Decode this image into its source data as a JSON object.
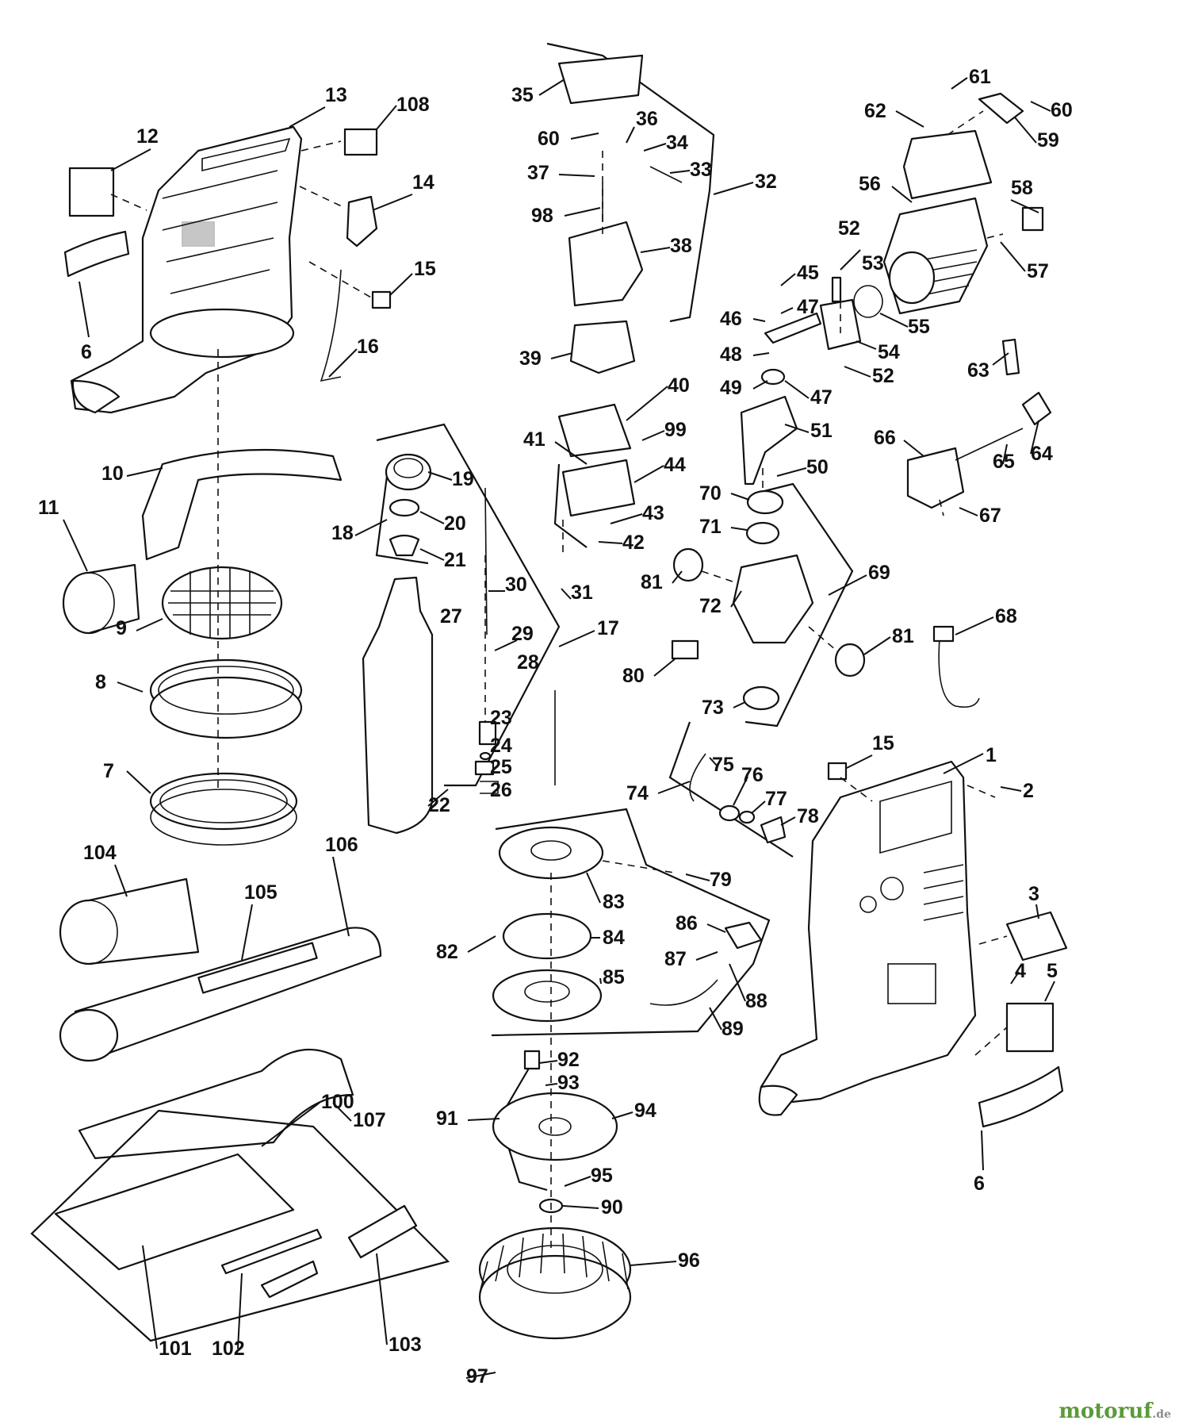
{
  "diagram": {
    "callouts": [
      {
        "n": "1"
      },
      {
        "n": "2"
      },
      {
        "n": "3"
      },
      {
        "n": "4"
      },
      {
        "n": "5"
      },
      {
        "n": "6"
      },
      {
        "n": "6"
      },
      {
        "n": "7"
      },
      {
        "n": "8"
      },
      {
        "n": "9"
      },
      {
        "n": "10"
      },
      {
        "n": "11"
      },
      {
        "n": "12"
      },
      {
        "n": "13"
      },
      {
        "n": "14"
      },
      {
        "n": "15"
      },
      {
        "n": "15"
      },
      {
        "n": "16"
      },
      {
        "n": "17"
      },
      {
        "n": "18"
      },
      {
        "n": "19"
      },
      {
        "n": "20"
      },
      {
        "n": "21"
      },
      {
        "n": "22"
      },
      {
        "n": "23"
      },
      {
        "n": "24"
      },
      {
        "n": "25"
      },
      {
        "n": "26"
      },
      {
        "n": "27"
      },
      {
        "n": "28"
      },
      {
        "n": "29"
      },
      {
        "n": "30"
      },
      {
        "n": "31"
      },
      {
        "n": "32"
      },
      {
        "n": "33"
      },
      {
        "n": "34"
      },
      {
        "n": "35"
      },
      {
        "n": "36"
      },
      {
        "n": "37"
      },
      {
        "n": "38"
      },
      {
        "n": "39"
      },
      {
        "n": "40"
      },
      {
        "n": "41"
      },
      {
        "n": "42"
      },
      {
        "n": "43"
      },
      {
        "n": "44"
      },
      {
        "n": "45"
      },
      {
        "n": "46"
      },
      {
        "n": "47"
      },
      {
        "n": "47"
      },
      {
        "n": "48"
      },
      {
        "n": "49"
      },
      {
        "n": "50"
      },
      {
        "n": "51"
      },
      {
        "n": "52"
      },
      {
        "n": "52"
      },
      {
        "n": "53"
      },
      {
        "n": "54"
      },
      {
        "n": "55"
      },
      {
        "n": "56"
      },
      {
        "n": "57"
      },
      {
        "n": "58"
      },
      {
        "n": "59"
      },
      {
        "n": "60"
      },
      {
        "n": "60"
      },
      {
        "n": "61"
      },
      {
        "n": "62"
      },
      {
        "n": "63"
      },
      {
        "n": "64"
      },
      {
        "n": "65"
      },
      {
        "n": "66"
      },
      {
        "n": "67"
      },
      {
        "n": "68"
      },
      {
        "n": "69"
      },
      {
        "n": "70"
      },
      {
        "n": "71"
      },
      {
        "n": "72"
      },
      {
        "n": "73"
      },
      {
        "n": "74"
      },
      {
        "n": "75"
      },
      {
        "n": "76"
      },
      {
        "n": "77"
      },
      {
        "n": "78"
      },
      {
        "n": "79"
      },
      {
        "n": "80"
      },
      {
        "n": "81"
      },
      {
        "n": "81"
      },
      {
        "n": "82"
      },
      {
        "n": "83"
      },
      {
        "n": "84"
      },
      {
        "n": "85"
      },
      {
        "n": "86"
      },
      {
        "n": "87"
      },
      {
        "n": "88"
      },
      {
        "n": "89"
      },
      {
        "n": "90"
      },
      {
        "n": "91"
      },
      {
        "n": "92"
      },
      {
        "n": "93"
      },
      {
        "n": "94"
      },
      {
        "n": "95"
      },
      {
        "n": "96"
      },
      {
        "n": "97"
      },
      {
        "n": "98"
      },
      {
        "n": "99"
      },
      {
        "n": "100"
      },
      {
        "n": "101"
      },
      {
        "n": "102"
      },
      {
        "n": "103"
      },
      {
        "n": "104"
      },
      {
        "n": "105"
      },
      {
        "n": "106"
      },
      {
        "n": "107"
      },
      {
        "n": "108"
      }
    ]
  },
  "watermark": {
    "brand": "motoruf",
    "tld": ".de",
    "brand_color": "#5a9a3a"
  }
}
